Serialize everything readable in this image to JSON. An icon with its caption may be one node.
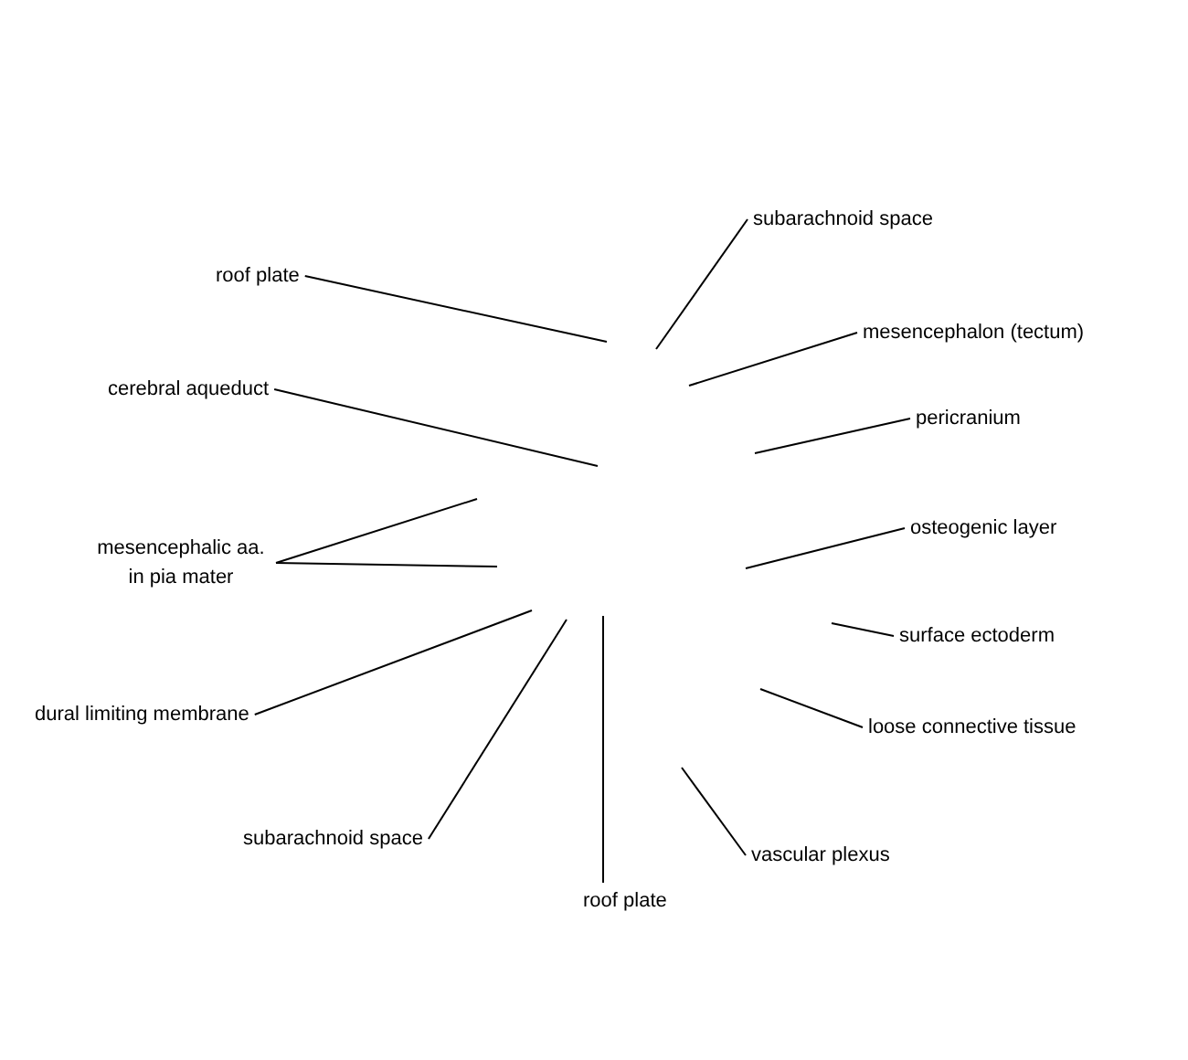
{
  "diagram": {
    "nodes": [
      {
        "text": [
          "roof plate"
        ]
      },
      {
        "text": [
          "subarachnoid space"
        ]
      },
      {
        "text": [
          "mesencephalon (tectum)"
        ]
      },
      {
        "text": [
          "cerebral aqueduct"
        ]
      },
      {
        "text": [
          "pericranium"
        ]
      },
      {
        "text": [
          "mesencephalic aa. in pia mater"
        ]
      },
      {
        "text": [
          "osteogenic layer"
        ]
      },
      {
        "text": [
          "surface ectoderm"
        ]
      },
      {
        "text": [
          "dural limiting membrane"
        ]
      },
      {
        "text": [
          "loose connective tissue"
        ]
      },
      {
        "text": [
          "subarachnoid space"
        ]
      },
      {
        "text": [
          "vascular plexus"
        ]
      },
      {
        "text": [
          "roof plate"
        ]
      }
    ],
    "edges": [
      {
        "from": 0,
        "to": null,
        "arrow": "none"
      },
      {
        "from": 1,
        "to": null,
        "arrow": "none"
      },
      {
        "from": 2,
        "to": null,
        "arrow": "none"
      },
      {
        "from": 3,
        "to": null,
        "arrow": "none"
      },
      {
        "from": 4,
        "to": null,
        "arrow": "none"
      },
      {
        "from": 5,
        "to": null,
        "arrow": "none"
      },
      {
        "from": 5,
        "to": null,
        "arrow": "none"
      },
      {
        "from": 6,
        "to": null,
        "arrow": "none"
      },
      {
        "from": 7,
        "to": null,
        "arrow": "none"
      },
      {
        "from": 8,
        "to": null,
        "arrow": "none"
      },
      {
        "from": 9,
        "to": null,
        "arrow": "none"
      },
      {
        "from": 10,
        "to": null,
        "arrow": "none"
      },
      {
        "from": 11,
        "to": null,
        "arrow": "none"
      },
      {
        "from": 12,
        "to": null,
        "arrow": "none"
      }
    ]
  }
}
